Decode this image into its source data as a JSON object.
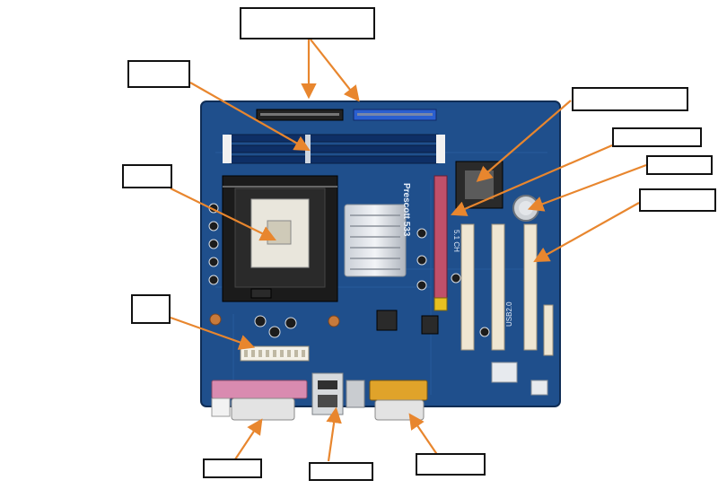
{
  "diagram": {
    "kind": "motherboard labeling worksheet",
    "board_texts": {
      "cpu_brand": "Prescott 533",
      "usb_label": "USB2.0",
      "audio_label": "5.1 CH"
    },
    "label_boxes": [
      {
        "id": "top-center",
        "text": ""
      },
      {
        "id": "memory-slots",
        "text": ""
      },
      {
        "id": "cpu-socket",
        "text": ""
      },
      {
        "id": "power-connector",
        "text": ""
      },
      {
        "id": "north-bridge",
        "text": ""
      },
      {
        "id": "agp-slot",
        "text": ""
      },
      {
        "id": "cmos-battery",
        "text": ""
      },
      {
        "id": "pci-slots",
        "text": ""
      },
      {
        "id": "parallel-port",
        "text": ""
      },
      {
        "id": "usb-lan-ports",
        "text": ""
      },
      {
        "id": "vga-port",
        "text": ""
      }
    ],
    "colors": {
      "board": "#1f4f8c",
      "board_dark": "#163c6e",
      "arrow": "#e8862e",
      "box_border": "#111111",
      "parallel_port": "#d98bb0",
      "vga_port": "#e0a32a",
      "agp_slot": "#c0506a",
      "pci_slot": "#efe6d2"
    }
  }
}
